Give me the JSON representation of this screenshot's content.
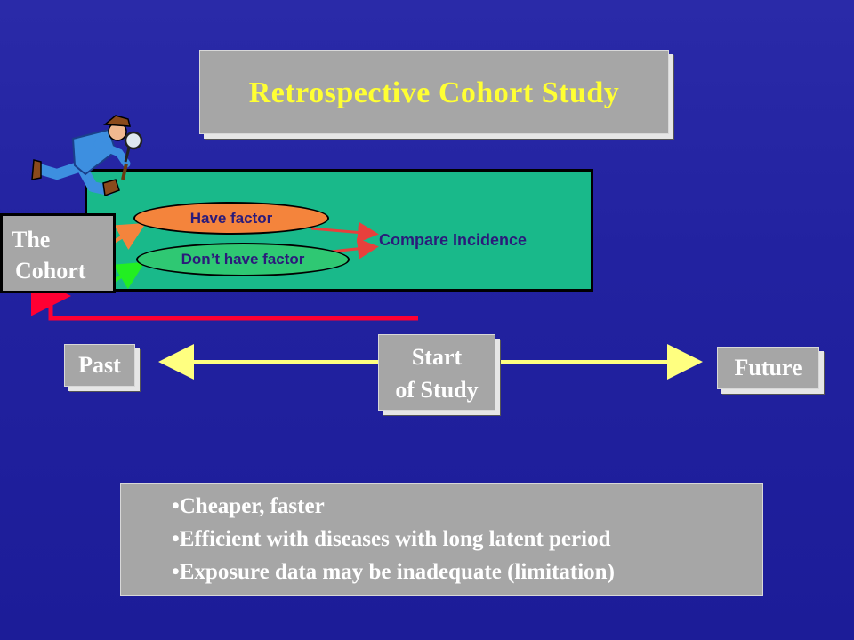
{
  "title": "Retrospective Cohort Study",
  "cohort": {
    "line1": "The",
    "line2": "Cohort"
  },
  "groups": {
    "have_factor": "Have factor",
    "dont_have_factor": "Don’t have factor"
  },
  "compare_label": "Compare Incidence",
  "timeline": {
    "past": "Past",
    "start_line1": "Start",
    "start_line2": "of Study",
    "future": "Future"
  },
  "bullets": [
    "•Cheaper, faster",
    "•Efficient with diseases with long latent period",
    "•Exposure data may be inadequate (limitation)"
  ],
  "icons": {
    "detective": "detective-with-magnifying-glass-icon"
  },
  "colors": {
    "background": "#2222a0",
    "title_text": "#ffff33",
    "panel": "#19b98a",
    "have_factor_oval": "#f4843c",
    "dont_have_factor_oval": "#2fc873",
    "timeline_arrow": "#ffff80",
    "retrospective_arrow": "#ff0033"
  }
}
